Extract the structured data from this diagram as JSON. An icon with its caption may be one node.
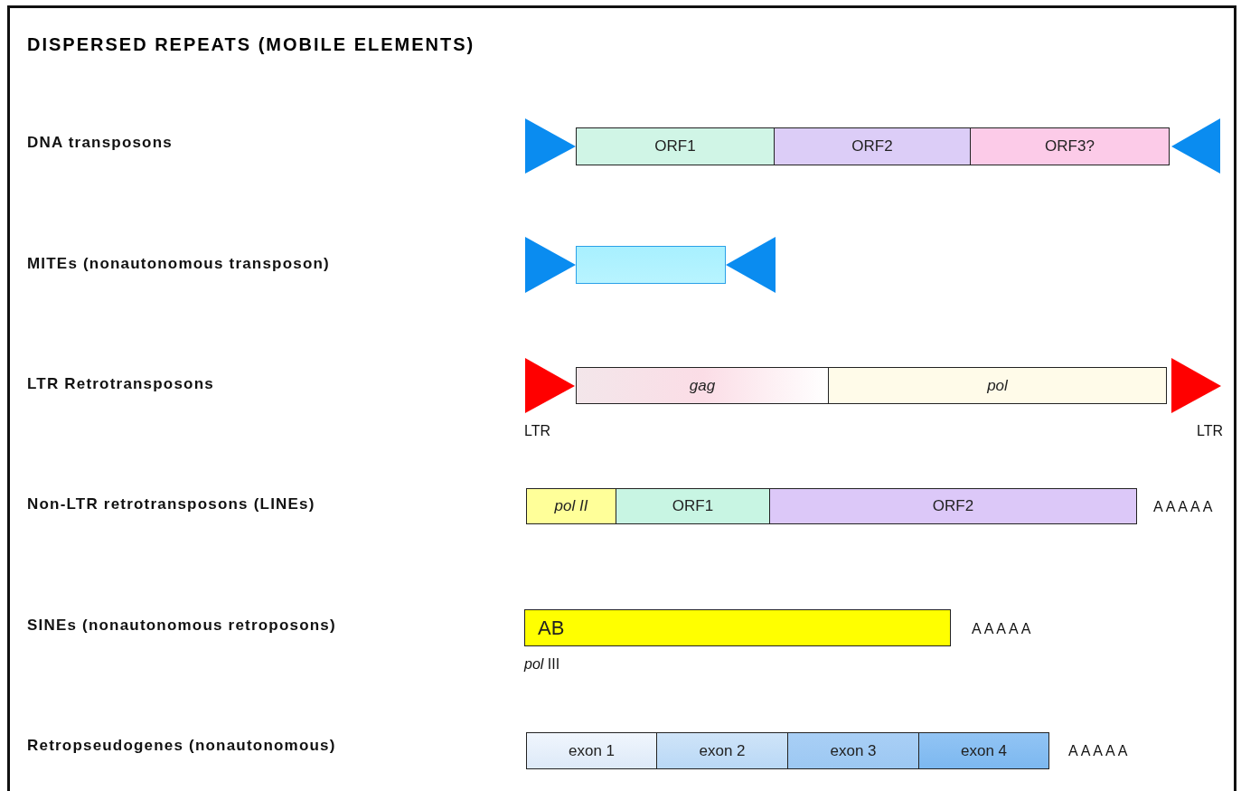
{
  "diagram": {
    "title": "DISPERSED REPEATS (MOBILE ELEMENTS)",
    "nodes": [
      {
        "text": [
          "ORF1"
        ]
      },
      {
        "text": [
          "ORF2"
        ]
      },
      {
        "text": [
          "ORF3?"
        ]
      },
      {
        "text": [],
        "shape": "box"
      },
      {
        "text": [
          "gag"
        ]
      },
      {
        "text": [
          "pol"
        ]
      },
      {
        "text": [
          "pol II"
        ]
      },
      {
        "text": [
          "ORF1"
        ]
      },
      {
        "text": [
          "ORF2"
        ],
        "beside": [
          "AAAAA"
        ]
      },
      {
        "text": [
          "AB"
        ],
        "beside": [
          "AAAAA",
          "*pol* III"
        ]
      },
      {
        "text": [
          "exon 1"
        ]
      },
      {
        "text": [
          "exon 2"
        ]
      },
      {
        "text": [
          "exon 3"
        ]
      },
      {
        "text": [
          "exon 4"
        ],
        "beside": [
          "AAAAA"
        ]
      }
    ],
    "labels": [
      "DNA transposons",
      "MITEs (nonautonomous transposon)",
      "LTR Retrotransposons",
      "LTR",
      "LTR",
      "Non-LTR retrotransposons (LINEs)",
      "SINEs (nonautonomous retroposons)",
      "Retropseudogenes (nonautonomous)"
    ]
  }
}
